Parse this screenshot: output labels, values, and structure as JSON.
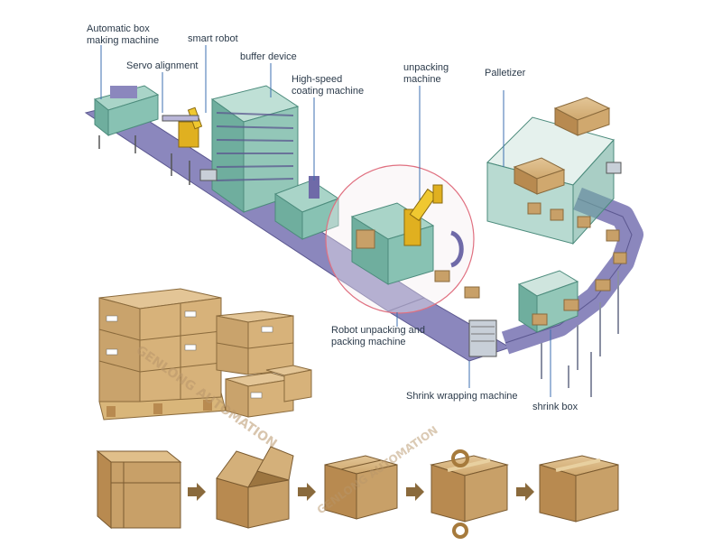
{
  "labels": {
    "automatic_box_line1": "Automatic box",
    "automatic_box_line2": "making machine",
    "smart_robot": "smart robot",
    "servo_alignment": "Servo alignment",
    "buffer_device": "buffer device",
    "coating_line1": "High-speed",
    "coating_line2": "coating machine",
    "unpacking_line1": "unpacking",
    "unpacking_line2": "machine",
    "palletizer": "Palletizer",
    "robot_unpacking_line1": "Robot unpacking and",
    "robot_unpacking_line2": "packing machine",
    "shrink_wrapping": "Shrink wrapping machine",
    "shrink_box": "shrink box"
  },
  "watermark": "GENLONG AUTOMATION",
  "colors": {
    "machine_green": "#7fbfb0",
    "conveyor_purple": "#6f6aa8",
    "cardboard": "#c8a068",
    "cardboard_dark": "#a77d48",
    "robot_yellow": "#e0b020",
    "arrow_brown": "#8a6a3c",
    "highlight_circle": "#e07080",
    "pointer_blue": "#3c6fb0"
  },
  "process_steps": [
    "flat-box",
    "open-box",
    "folded-box",
    "taped-box",
    "sealed-box"
  ]
}
